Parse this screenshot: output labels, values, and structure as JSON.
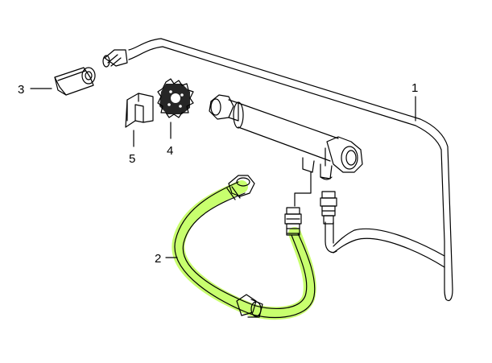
{
  "callouts": [
    {
      "id": "1",
      "label": "1"
    },
    {
      "id": "2",
      "label": "2"
    },
    {
      "id": "3",
      "label": "3"
    },
    {
      "id": "4",
      "label": "4"
    },
    {
      "id": "5",
      "label": "5"
    }
  ],
  "colors": {
    "line": "#000000",
    "hose_highlight": "#c8ff6e",
    "background": "#ffffff"
  }
}
